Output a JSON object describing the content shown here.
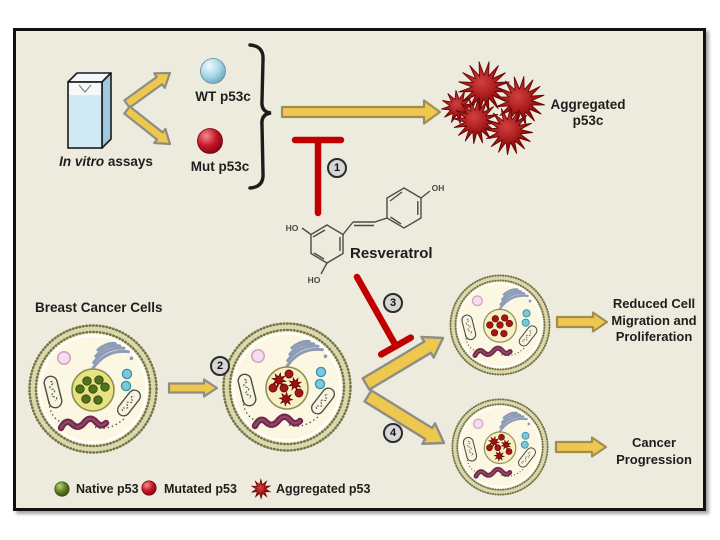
{
  "labels": {
    "in_vitro_italic": "In vitro",
    "in_vitro_rest": " assays",
    "wt_p53c": "WT p53c",
    "mut_p53c": "Mut p53c",
    "aggregated_line1": "Aggregated",
    "aggregated_line2": "p53c",
    "resveratrol": "Resveratrol",
    "breast_cancer_cells": "Breast Cancer Cells",
    "reduced_line1": "Reduced Cell",
    "reduced_line2": "Migration and",
    "reduced_line3": "Proliferation",
    "cancer_line1": "Cancer",
    "cancer_line2": "Progression"
  },
  "chemistry": {
    "ho_top": "HO",
    "ho_bottom": "HO",
    "oh_right": "OH"
  },
  "steps": {
    "step1": "1",
    "step2": "2",
    "step3": "3",
    "step4": "4"
  },
  "legend": {
    "native": "Native p53",
    "mutated": "Mutated p53",
    "aggregated": "Aggregated p53"
  },
  "colors": {
    "arrow_yellow": "#eec84d",
    "inhibitor_red": "#c00000",
    "wt_sphere_blue": "#aedbe9",
    "mut_sphere_red": "#c2182b",
    "native_green": "#5e7d21",
    "aggregate_dark_red": "#8e0b0e",
    "panel_background": "#edebdd"
  }
}
